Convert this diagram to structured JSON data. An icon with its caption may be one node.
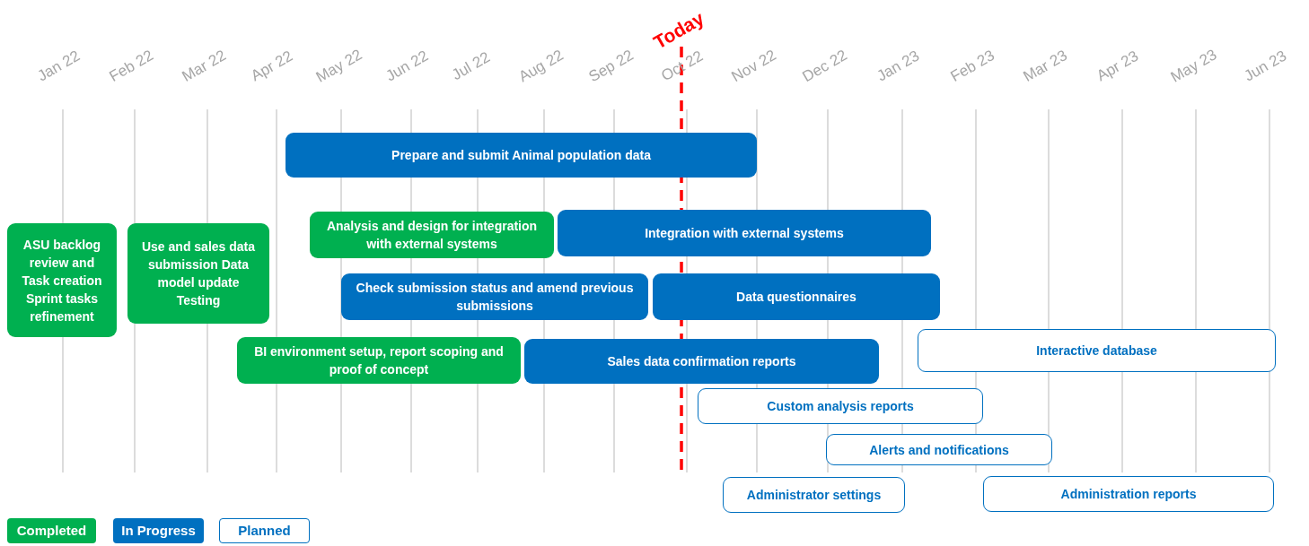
{
  "diagram": {
    "nodes": [
      {
        "text": [
          "ASU backlog review and Task creation Sprint tasks refinement"
        ]
      },
      {
        "text": [
          "Use and sales data submission Data model update Testing"
        ]
      },
      {
        "text": [
          "Prepare and submit Animal population data"
        ]
      },
      {
        "text": [
          "Analysis and design for integration with external systems"
        ]
      },
      {
        "text": [
          "Integration with external systems"
        ]
      },
      {
        "text": [
          "Check submission status and amend previous submissions"
        ]
      },
      {
        "text": [
          "Data questionnaires"
        ]
      },
      {
        "text": [
          "BI environment setup, report scoping and proof of concept"
        ]
      },
      {
        "text": [
          "Sales data confirmation reports"
        ]
      },
      {
        "text": [
          "Interactive database"
        ]
      },
      {
        "text": [
          "Custom analysis reports"
        ]
      },
      {
        "text": [
          "Alerts and notifications"
        ]
      },
      {
        "text": [
          "Administrator settings"
        ]
      },
      {
        "text": [
          "Administration reports"
        ]
      }
    ],
    "labels": [
      "Today",
      "Jan 22",
      "Feb 22",
      "Mar 22",
      "Apr 22",
      "May 22",
      "Jun 22",
      "Jul 22",
      "Aug 22",
      "Sep 22",
      "Oct 22",
      "Nov 22",
      "Dec 22",
      "Jan 23",
      "Feb 23",
      "Mar 23",
      "Apr 23",
      "May 23",
      "Jun 23"
    ],
    "legend": [
      {
        "text": "Completed",
        "color": "#00b050"
      },
      {
        "text": "In Progress",
        "color": "#0070c0"
      },
      {
        "text": "Planned",
        "color": "#ffffff"
      }
    ]
  }
}
